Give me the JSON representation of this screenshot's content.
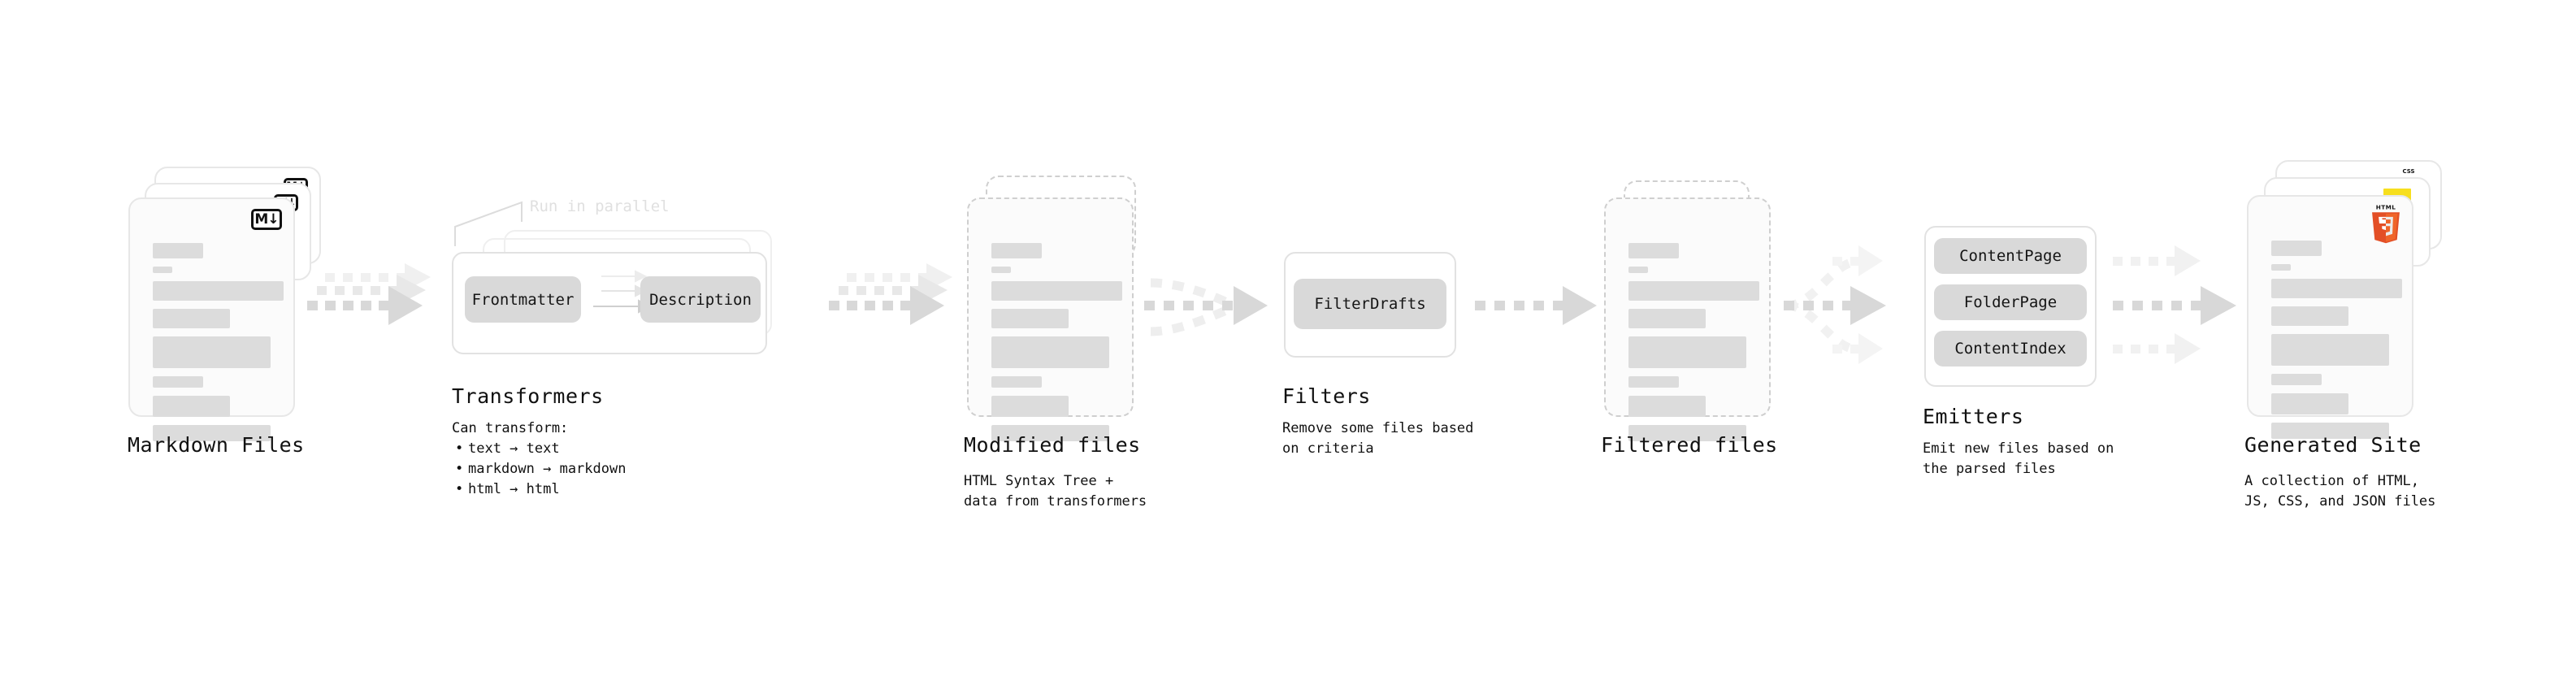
{
  "diagram": {
    "title_hidden": "Quartz build pipeline",
    "stages": [
      {
        "id": "markdown-files",
        "title": "Markdown Files",
        "subtitle_lines": [],
        "badge": "markdown-logo"
      },
      {
        "id": "transformers",
        "title": "Transformers",
        "annotation": "Run in parallel",
        "chips": [
          "Frontmatter",
          "Description"
        ],
        "subtitle_heading": "Can transform:",
        "subtitle_lines": [
          "text → text",
          "markdown → markdown",
          "html → html"
        ]
      },
      {
        "id": "modified-files",
        "title": "Modified files",
        "subtitle_lines": [
          "HTML Syntax Tree +",
          "data from transformers"
        ]
      },
      {
        "id": "filters",
        "title": "Filters",
        "chips": [
          "FilterDrafts"
        ],
        "subtitle_lines": [
          "Remove some files based",
          "on criteria"
        ]
      },
      {
        "id": "filtered-files",
        "title": "Filtered files",
        "subtitle_lines": []
      },
      {
        "id": "emitters",
        "title": "Emitters",
        "chips": [
          "ContentPage",
          "FolderPage",
          "ContentIndex"
        ],
        "subtitle_lines": [
          "Emit new files based on",
          "the parsed files"
        ]
      },
      {
        "id": "generated-site",
        "title": "Generated Site",
        "subtitle_lines": [
          "A collection of HTML,",
          "JS, CSS, and JSON files"
        ],
        "badges": [
          "html5-logo",
          "js-logo",
          "css-logo"
        ]
      }
    ],
    "icons": {
      "markdown_mark": "M",
      "markdown_arrow": "↓",
      "html5_text": "HTML",
      "html5_number": "5",
      "css_text": "CSS"
    },
    "colors": {
      "html5_orange": "#e34f26",
      "html5_orange_light": "#ef652a",
      "js_yellow": "#f7df1e",
      "css_blue": "#264de4",
      "skeleton_gray": "#dcdcdc",
      "chip_gray": "#d9d9d9",
      "arrow_gray": "#d8d8d8",
      "border_gray": "#e7e7e7",
      "text_black": "#111111"
    }
  }
}
